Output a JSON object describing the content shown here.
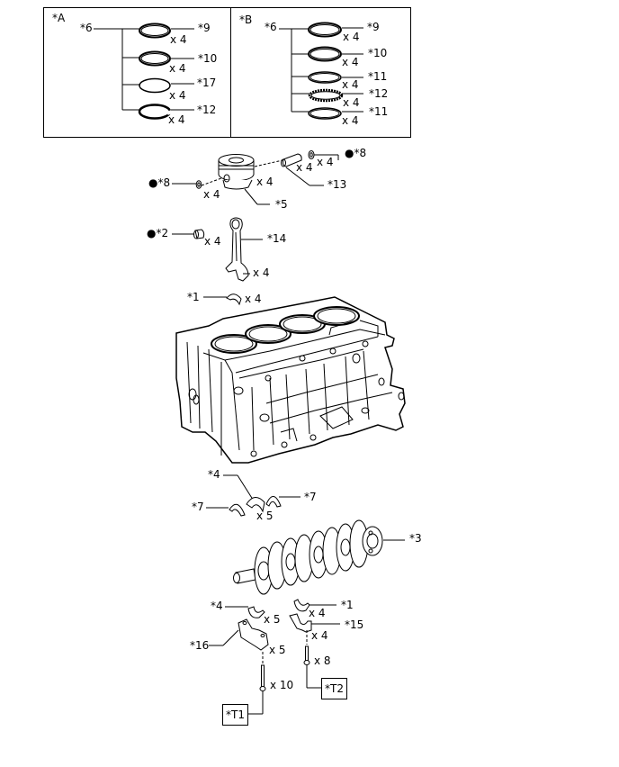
{
  "panel_a": {
    "title": "*A",
    "group": "*6",
    "rings": [
      {
        "qty": "x 4",
        "ref": "*9"
      },
      {
        "qty": "x 4",
        "ref": "*10"
      },
      {
        "qty": "x 4",
        "ref": "*17"
      },
      {
        "qty": "x 4",
        "ref": "*12"
      }
    ]
  },
  "panel_b": {
    "title": "*B",
    "group": "*6",
    "rings": [
      {
        "qty": "x 4",
        "ref": "*9"
      },
      {
        "qty": "x 4",
        "ref": "*10"
      },
      {
        "qty": "x 4",
        "ref": "*11"
      },
      {
        "qty": "x 4",
        "ref": "*12"
      },
      {
        "qty": "x 4",
        "ref": "*11"
      }
    ]
  },
  "parts": {
    "piston_pin_clip_right": {
      "ref": "●*8",
      "qty": "x 4"
    },
    "piston_pin": {
      "ref": "*13",
      "qty": "x 4"
    },
    "piston_pin_clip_left": {
      "ref": "●*8",
      "qty": "x 4"
    },
    "piston": {
      "ref": "*5",
      "qty": "x 4"
    },
    "rod_bushing": {
      "ref": "●*2",
      "qty": "x 4"
    },
    "connecting_rod": {
      "ref": "*14",
      "qty": "x 4"
    },
    "rod_bearing_upper": {
      "ref": "*1",
      "qty": "x 4"
    },
    "main_bearing_upper": {
      "ref": "*4"
    },
    "thrust_washer_left": {
      "ref": "*7"
    },
    "thrust_washer_right": {
      "ref": "*7"
    },
    "main_bearing_qty": {
      "qty": "x 5"
    },
    "crankshaft": {
      "ref": "*3"
    },
    "main_bearing_lower": {
      "ref": "*4",
      "qty": "x 5"
    },
    "rod_bearing_lower": {
      "ref": "*1",
      "qty": "x 4"
    },
    "rod_cap": {
      "ref": "*15",
      "qty": "x 4"
    },
    "main_cap": {
      "ref": "*16",
      "qty": "x 5"
    },
    "rod_bolt": {
      "qty": "x 8",
      "torque_ref": "*T2"
    },
    "main_bolt": {
      "qty": "x 10",
      "torque_ref": "*T1"
    }
  }
}
